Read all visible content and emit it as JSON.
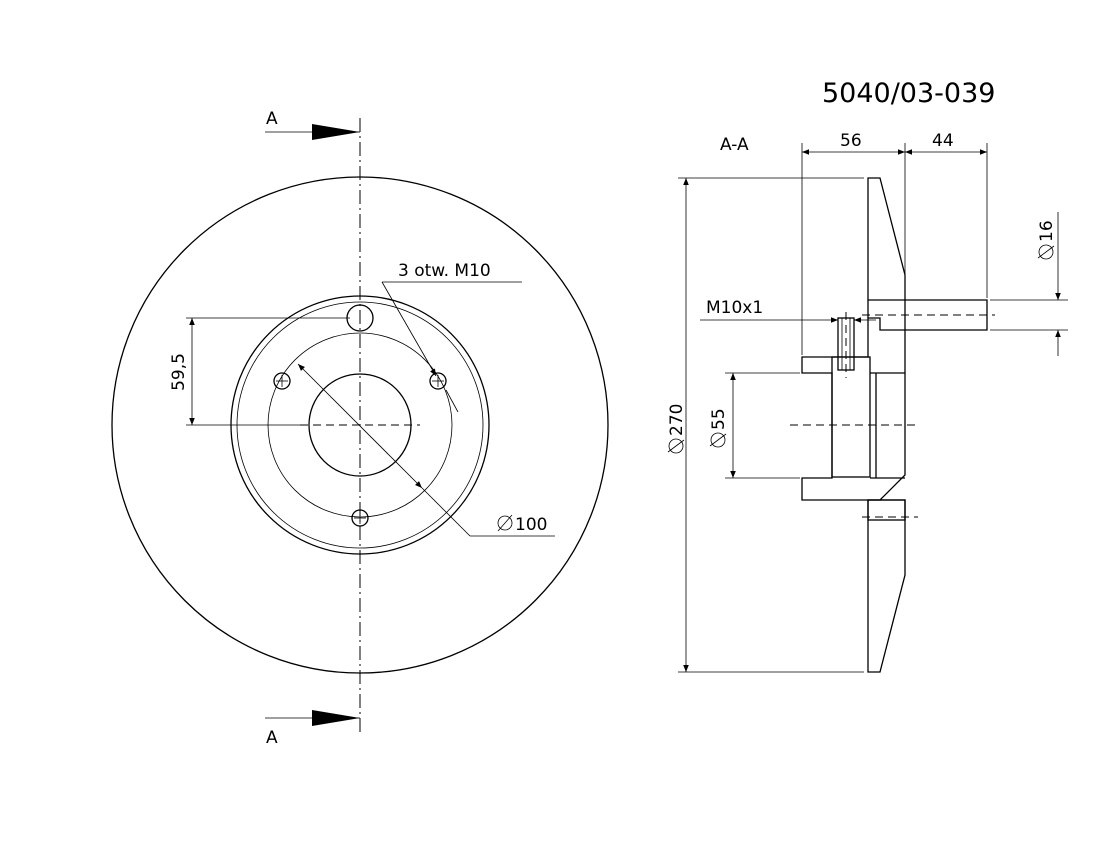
{
  "drawing": {
    "part_number": "5040/03-039",
    "section_marker": "A",
    "section_label": "A-A",
    "dimensions": {
      "outer_diameter": "270",
      "bolt_circle_diameter": "100",
      "bore_diameter": "55",
      "stud_diameter": "16",
      "hub_width": "56",
      "stud_length": "44",
      "offset": "59,5"
    },
    "notes": {
      "holes": "3 otw. M10",
      "thread": "M10x1"
    }
  }
}
